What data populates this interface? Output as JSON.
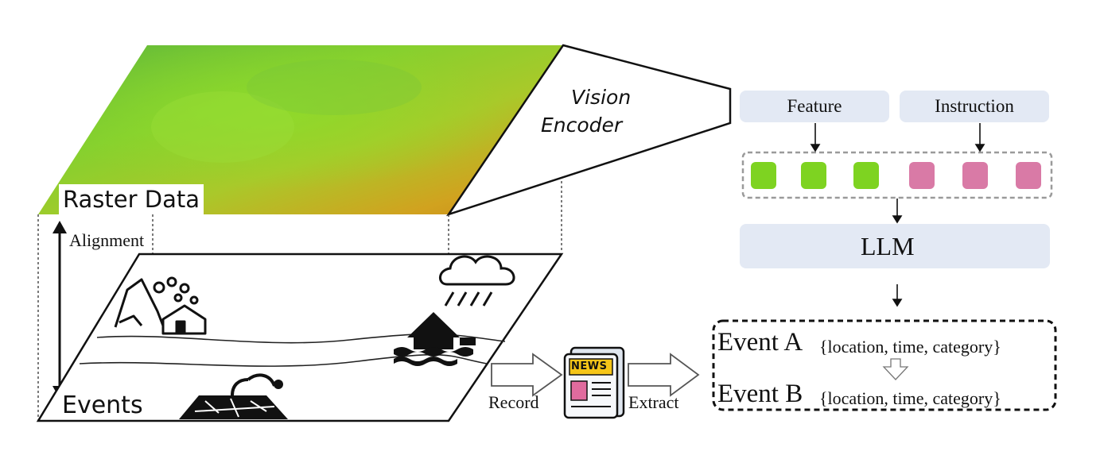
{
  "raster": {
    "label": "Raster Data"
  },
  "events_plane": {
    "label": "Events"
  },
  "alignment": {
    "label": "Alignment"
  },
  "encoder": {
    "line1": "Vision",
    "line2": "Encoder"
  },
  "pipeline": {
    "record": "Record",
    "extract": "Extract",
    "news": "NEWS"
  },
  "model": {
    "feature": "Feature",
    "instruction": "Instruction",
    "llm": "LLM",
    "tokens": [
      "feature",
      "feature",
      "feature",
      "instruction",
      "instruction",
      "instruction"
    ]
  },
  "events": {
    "a_name": "Event A",
    "a_fields": "{location, time, category}",
    "b_name": "Event B",
    "b_fields": "{location, time, category}"
  },
  "colors": {
    "feature_token": "#7ed321",
    "instruction_token": "#d97aa6",
    "panel": "#e3e9f4",
    "raster_green": "#7fd034",
    "raster_orange": "#d99a1f"
  }
}
